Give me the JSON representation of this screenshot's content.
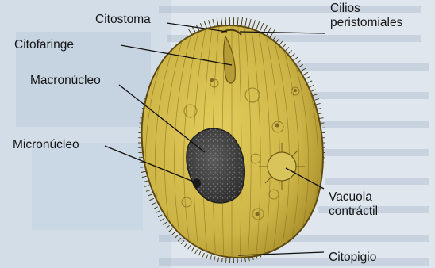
{
  "colors": {
    "background": "#dfe6ee",
    "cell_fill": "#cfb84a",
    "cell_edge": "#5c4a12",
    "macronucleus": "#3a3a3a",
    "leader_line": "#111111",
    "label_text": "#151515"
  },
  "labels": {
    "citostoma": "Citostoma",
    "cilios_line1": "Cilios",
    "cilios_line2": "peristomiales",
    "citofaringe": "Citofaringe",
    "macronucleo": "Macronúcleo",
    "micronucleo": "Micronúcleo",
    "vacuola_line1": "Vacuola",
    "vacuola_line2": "contráctil",
    "citopigio": "Citopigio"
  }
}
